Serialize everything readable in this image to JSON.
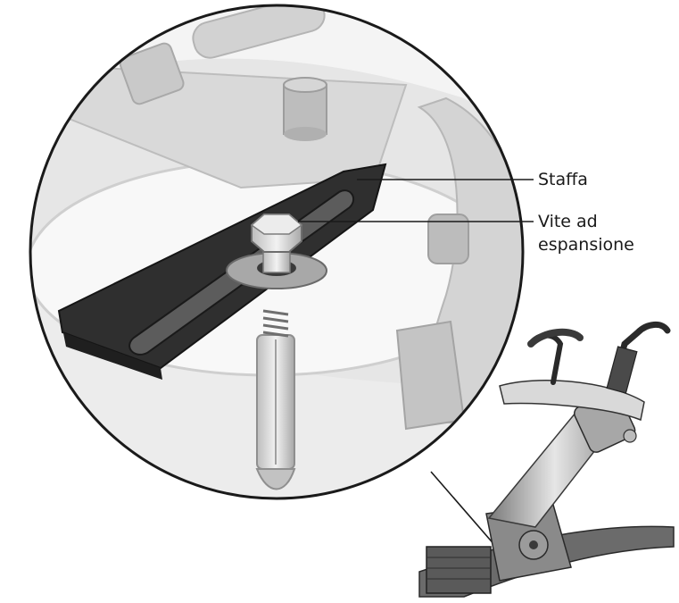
{
  "labels": {
    "staffa": "Staffa",
    "vite_line1": "Vite ad",
    "vite_line2": "espansione"
  },
  "colors": {
    "background": "#ffffff",
    "outline": "#1a1a1a",
    "bracket": "#3a3a3a",
    "ghost_light": "#e2e2e2",
    "ghost_mid": "#c8c8c8",
    "metal": "#9a9a9a"
  },
  "icons": {
    "detail_lens": "magnified-detail-circle",
    "machine": "dental-chair-unit"
  }
}
